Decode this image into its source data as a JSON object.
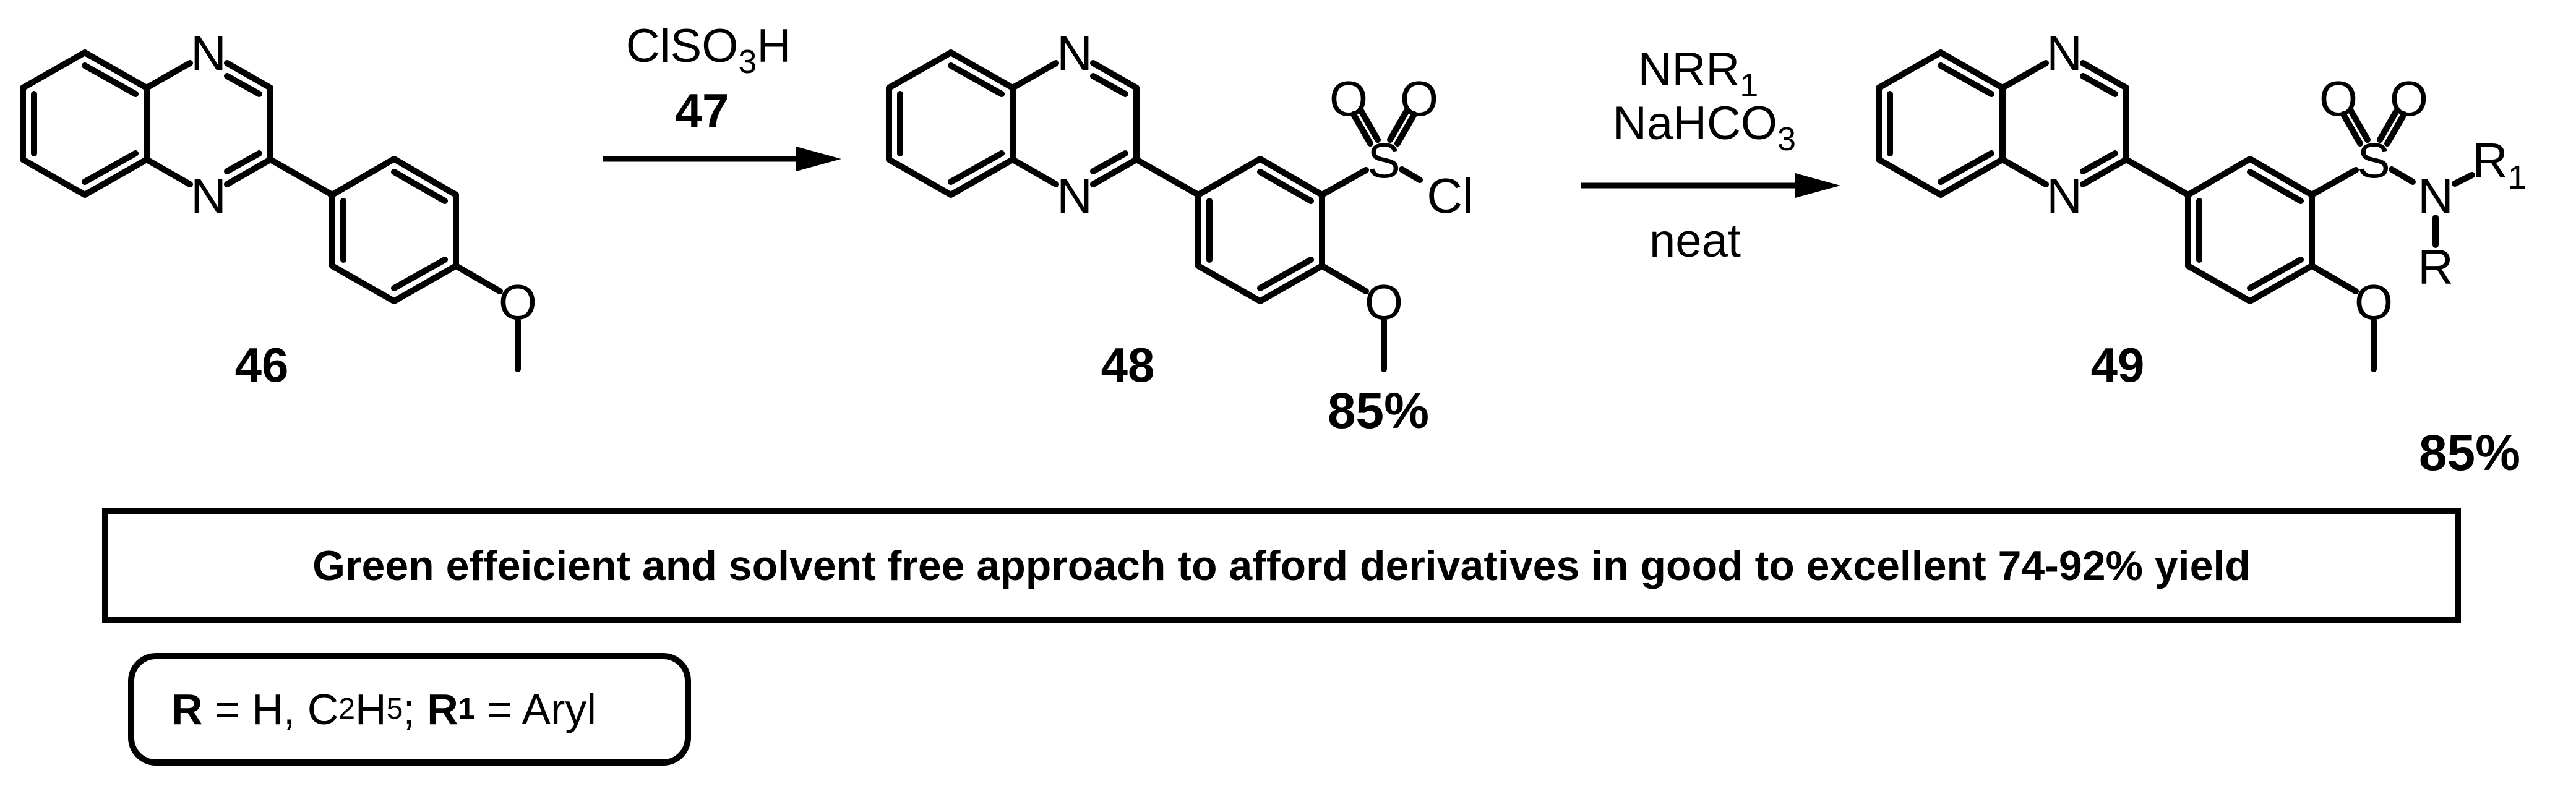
{
  "scheme": {
    "compounds": [
      {
        "label": "46",
        "atoms": {
          "n_top": "N",
          "n_bottom": "N",
          "o_methoxy": "O"
        }
      },
      {
        "label": "48",
        "yield": "85%",
        "atoms": {
          "n_top": "N",
          "n_bottom": "N",
          "s": "S",
          "o_left": "O",
          "o_right": "O",
          "cl": "Cl",
          "o_methoxy": "O"
        }
      },
      {
        "label": "49",
        "yield": "85%",
        "atoms": {
          "n_top": "N",
          "n_bottom": "N",
          "s": "S",
          "o_left": "O",
          "o_right": "O",
          "n_amide": "N",
          "r1_main": "R",
          "r1_sub": "1",
          "r": "R",
          "o_methoxy": "O"
        }
      }
    ],
    "step1": {
      "reagent_main": "ClSO",
      "reagent_sub": "3",
      "reagent_tail": "H",
      "number": "47"
    },
    "step2": {
      "amine_main": "NRR",
      "amine_sub": "1",
      "base_main": "NaHCO",
      "base_sub": "3",
      "condition": "neat"
    },
    "highlight": {
      "text": "Green effeicient and solvent free approach to afford derivatives in good to excellent 74-92% yield"
    },
    "legend": {
      "r_bold": "R",
      "r_eq": " = H, C",
      "sub2": "2",
      "h": "H",
      "sub5": "5",
      "sep": "; ",
      "r1_bold": "R",
      "r1_sub": "1",
      "r1_eq": " = Aryl"
    }
  }
}
